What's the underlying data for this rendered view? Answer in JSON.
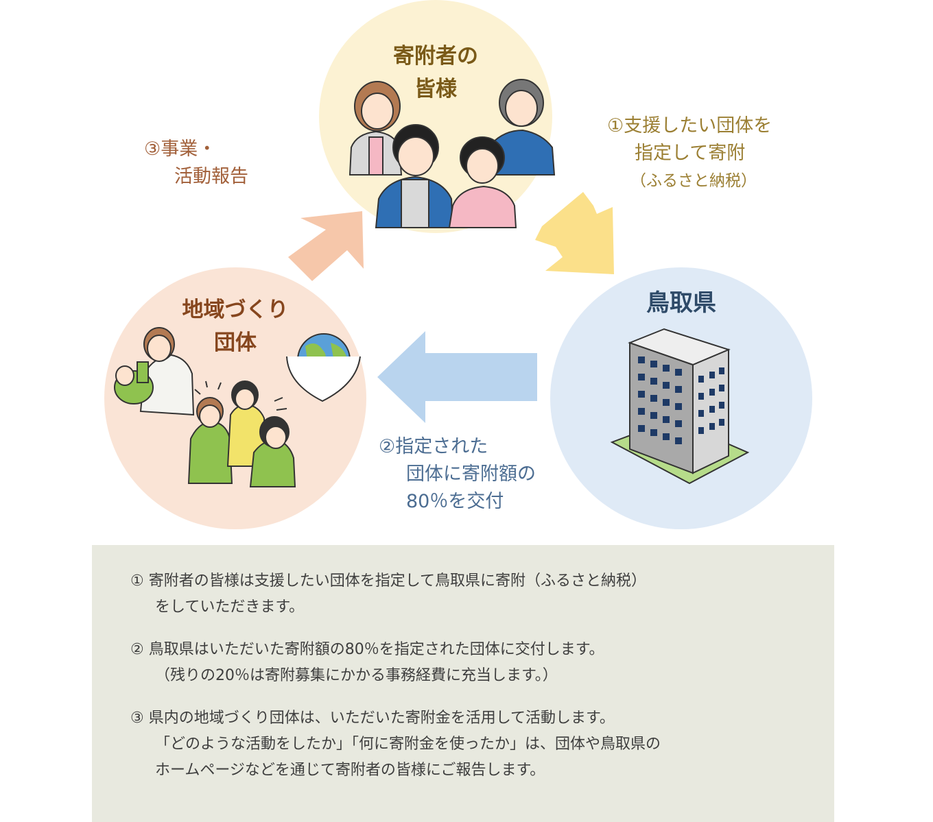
{
  "nodes": {
    "donors": {
      "line1": "寄附者の",
      "line2": "皆様"
    },
    "organizations": {
      "line1": "地域づくり",
      "line2": "団体"
    },
    "prefecture": {
      "label": "鳥取県"
    }
  },
  "steps": {
    "step1": {
      "line1": "①支援したい団体を",
      "line2": "指定して寄附",
      "line3": "（ふるさと納税）"
    },
    "step2": {
      "line1": "②指定された",
      "line2": "団体に寄附額の",
      "line3": "80％を交付"
    },
    "step3": {
      "line1": "③事業・",
      "line2": "活動報告"
    }
  },
  "notes": [
    {
      "line1": "① 寄附者の皆様は支援したい団体を指定して鳥取県に寄附（ふるさと納税）",
      "line2": "をしていただきます。"
    },
    {
      "line1": "② 鳥取県はいただいた寄附額の80％を指定された団体に交付します。",
      "line2": "（残りの20％は寄附募集にかかる事務経費に充当します。）"
    },
    {
      "line1": "③ 県内の地域づくり団体は、いただいた寄附金を活用して活動します。",
      "line2": "「どのような活動をしたか」「何に寄附金を使ったか」は、団体や鳥取県の",
      "line3": "ホームページなどを通じて寄附者の皆様にご報告します。"
    }
  ],
  "colors": {
    "donor_circle": "#fcf2d3",
    "org_circle": "#fae4d6",
    "pref_circle": "#dfeaf6",
    "arrow_donation": "#fbe08a",
    "arrow_grant": "#b9d4ee",
    "arrow_report": "#f6c7aa",
    "notes_bg": "#e8e9df"
  }
}
